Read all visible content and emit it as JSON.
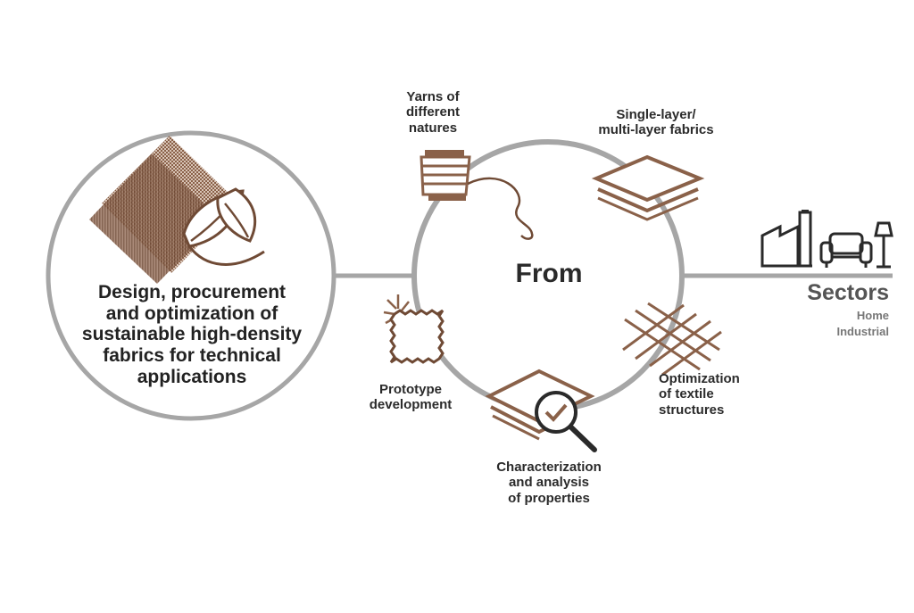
{
  "main": {
    "title": "Design, procurement\nand optimization of\nsustainable high-density\nfabrics for technical\napplications"
  },
  "hub": {
    "label": "From"
  },
  "nodes": [
    {
      "id": "yarns",
      "label": "Yarns of\ndifferent\nnatures",
      "icon": "yarn-spool-icon"
    },
    {
      "id": "layers",
      "label": "Single-layer/\nmulti-layer fabrics",
      "icon": "fabric-layers-icon"
    },
    {
      "id": "optimization",
      "label": "Optimization\nof textile\nstructures",
      "icon": "textile-mesh-icon"
    },
    {
      "id": "characterization",
      "label": "Characterization\nand analysis\nof properties",
      "icon": "magnifier-check-icon"
    },
    {
      "id": "prototype",
      "label": "Prototype\ndevelopment",
      "icon": "fabric-swatch-icon"
    }
  ],
  "sectors": {
    "title": "Sectors",
    "items": [
      "Home",
      "Industrial"
    ],
    "icons": [
      "factory-icon",
      "armchair-icon",
      "lamp-icon"
    ]
  },
  "colors": {
    "brown": "#8a6149",
    "dark_brown": "#6f4a35",
    "ring_gray": "#a6a6a6",
    "text": "#2b2b2b",
    "icon_dark": "#2a2a2a"
  }
}
